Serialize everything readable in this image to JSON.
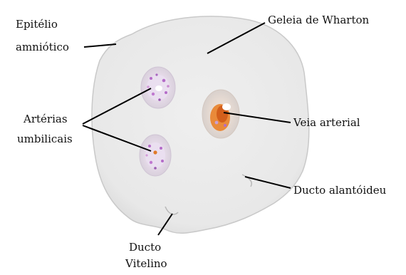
{
  "labels": {
    "amniotic_line1": "Epitélio",
    "amniotic_line2": "amniótico",
    "wharton": "Geleia de Wharton",
    "arteries_line1": "Artérias",
    "arteries_line2": "umbilicais",
    "vein": "Veia arterial",
    "allantoic": "Ducto alantóideu",
    "vitelline_line1": "Ducto",
    "vitelline_line2": "Vitelino"
  },
  "colors": {
    "tissue": "#ececec",
    "tissue_edge": "#c9c9c9",
    "leader_line": "#000000",
    "vessel_purple": "#b46cc8",
    "vessel_orange": "#e07a2a"
  }
}
